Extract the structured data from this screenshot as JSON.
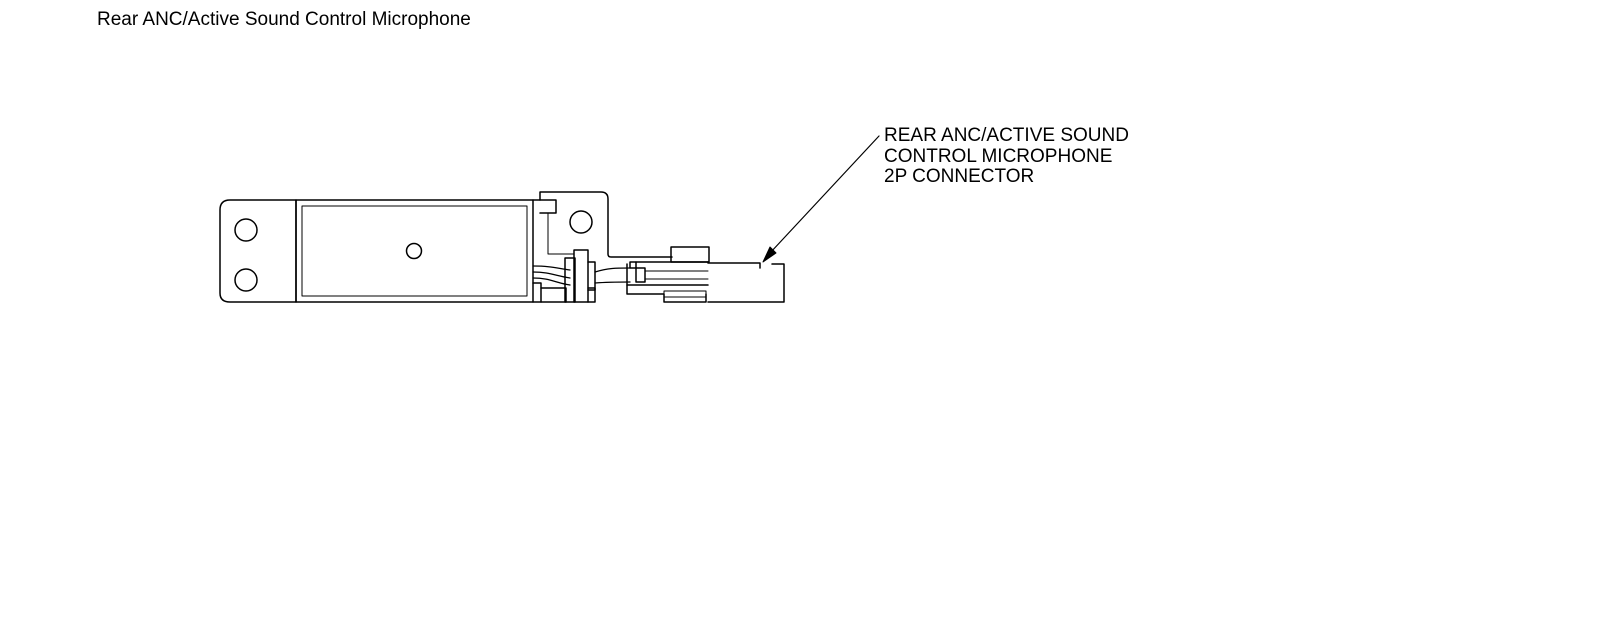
{
  "page": {
    "title": "Rear ANC/Active Sound Control Microphone"
  },
  "diagram": {
    "callout": {
      "lines": [
        "REAR ANC/ACTIVE SOUND",
        "CONTROL MICROPHONE",
        "2P CONNECTOR"
      ]
    }
  }
}
